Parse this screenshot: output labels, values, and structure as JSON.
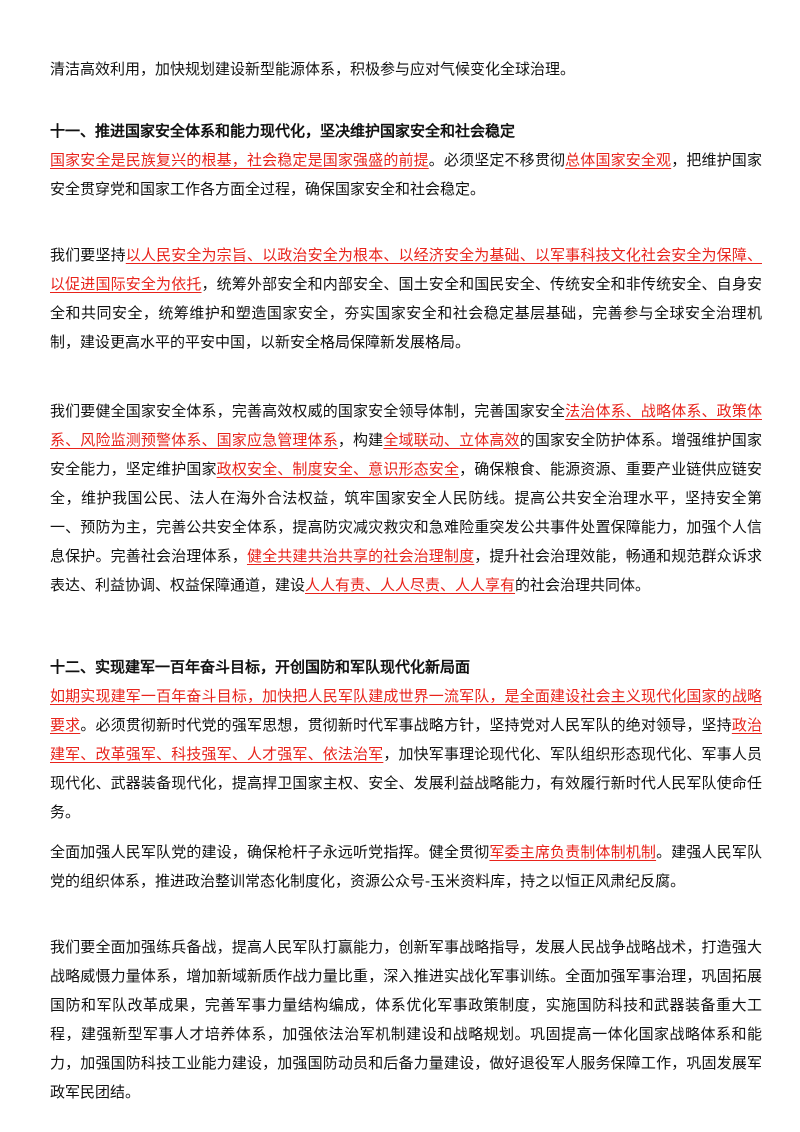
{
  "document": {
    "p0": [
      {
        "t": "清洁高效利用，加快规划建设新型能源体系，积极参与应对气候变化全球治理。"
      }
    ],
    "heading_11": "十一、推进国家安全体系和能力现代化，坚决维护国家安全和社会稳定",
    "p1": [
      {
        "t": "国家安全是民族复兴的根基，社会稳定是国家强盛的前提",
        "hl": true
      },
      {
        "t": "。必须坚定不移贯彻"
      },
      {
        "t": "总体国家安全观",
        "hl": true
      },
      {
        "t": "，把维护国家安全贯穿党和国家工作各方面全过程，确保国家安全和社会稳定。"
      }
    ],
    "p2": [
      {
        "t": "我们要坚持"
      },
      {
        "t": "以人民安全为宗旨、以政治安全为根本、以经济安全为基础、以军事科技文化社会安全为保障、以促进国际安全为依托",
        "hl": true
      },
      {
        "t": "，统筹外部安全和内部安全、国土安全和国民安全、传统安全和非传统安全、自身安全和共同安全，统筹维护和塑造国家安全，夯实国家安全和社会稳定基层基础，完善参与全球安全治理机制，建设更高水平的平安中国，以新安全格局保障新发展格局。"
      }
    ],
    "p3": [
      {
        "t": "我们要健全国家安全体系，完善高效权威的国家安全领导体制，完善国家安全"
      },
      {
        "t": "法治体系、战略体系、政策体系、风险监测预警体系、国家应急管理体系",
        "hl": true
      },
      {
        "t": "，构建"
      },
      {
        "t": "全域联动、立体高效",
        "hl": true
      },
      {
        "t": "的国家安全防护体系。增强维护国家安全能力，坚定维护国家"
      },
      {
        "t": "政权安全、制度安全、意识形态安全",
        "hl": true
      },
      {
        "t": "，确保粮食、能源资源、重要产业链供应链安全，维护我国公民、法人在海外合法权益，筑牢国家安全人民防线。提高公共安全治理水平，坚持安全第一、预防为主，完善公共安全体系，提高防灾减灾救灾和急难险重突发公共事件处置保障能力，加强个人信息保护。完善社会治理体系，"
      },
      {
        "t": "健全共建共治共享的社会治理制度",
        "hl": true
      },
      {
        "t": "，提升社会治理效能，畅通和规范群众诉求表达、利益协调、权益保障通道，建设"
      },
      {
        "t": "人人有责、人人尽责、人人享有",
        "hl": true
      },
      {
        "t": "的社会治理共同体。"
      }
    ],
    "heading_12": "十二、实现建军一百年奋斗目标，开创国防和军队现代化新局面",
    "p4": [
      {
        "t": "如期实现建军一百年奋斗目标，加快把人民军队建成世界一流军队，是全面建设社会主义现代化国家的战略要求",
        "hl": true
      },
      {
        "t": "。必须贯彻新时代党的强军思想，贯彻新时代军事战略方针，坚持党对人民军队的绝对领导，坚持"
      },
      {
        "t": "政治建军、改革强军、科技强军、人才强军、依法治军",
        "hl": true
      },
      {
        "t": "，加快军事理论现代化、军队组织形态现代化、军事人员现代化、武器装备现代化，提高捍卫国家主权、安全、发展利益战略能力，有效履行新时代人民军队使命任务。"
      }
    ],
    "p5": [
      {
        "t": "全面加强人民军队党的建设，确保枪杆子永远听党指挥。健全贯彻"
      },
      {
        "t": "军委主席负责制体制机制",
        "hl": true
      },
      {
        "t": "。建强人民军队党的组织体系，推进政治整训常态化制度化，资源公众号-玉米资料库，持之以恒正风肃纪反腐。"
      }
    ],
    "p6": [
      {
        "t": "我们要全面加强练兵备战，提高人民军队打赢能力，创新军事战略指导，发展人民战争战略战术，打造强大战略威慑力量体系，增加新域新质作战力量比重，深入推进实战化军事训练。全面加强军事治理，巩固拓展国防和军队改革成果，完善军事力量结构编成，体系优化军事政策制度，实施国防科技和武器装备重大工程，建强新型军事人才培养体系，加强依法治军机制建设和战略规划。巩固提高一体化国家战略体系和能力，加强国防科技工业能力建设，加强国防动员和后备力量建设，做好退役军人服务保障工作，巩固发展军政军民团结。"
      }
    ],
    "colors": {
      "text": "#111111",
      "highlight": "#e8231b"
    }
  }
}
